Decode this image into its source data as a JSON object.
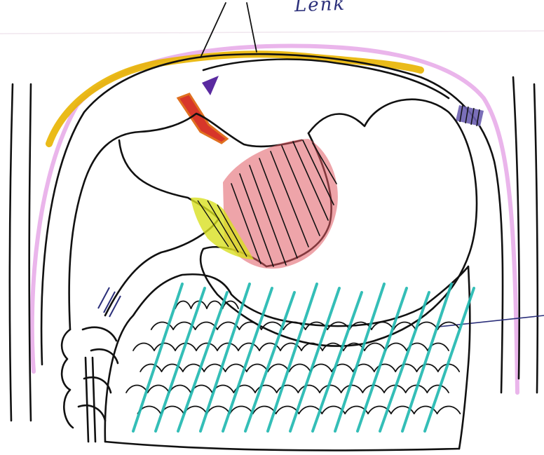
{
  "top_label": "Lenk",
  "colors": {
    "outline": "#111111",
    "leader_ink": "#2b2f7a",
    "diaphragm_yellow": "#e8b400",
    "pleura_pink": "#e6a8e8",
    "muscle_red": "#e05a62",
    "hatch_yellow": "#d8e020",
    "omentum_teal": "#1fb8b0",
    "purple_accent": "#5a2aa0",
    "orange_accent": "#e07020"
  },
  "icons": [
    "stomach-outline",
    "hatched-muscle",
    "greater-omentum-hatching",
    "leader-lines"
  ]
}
